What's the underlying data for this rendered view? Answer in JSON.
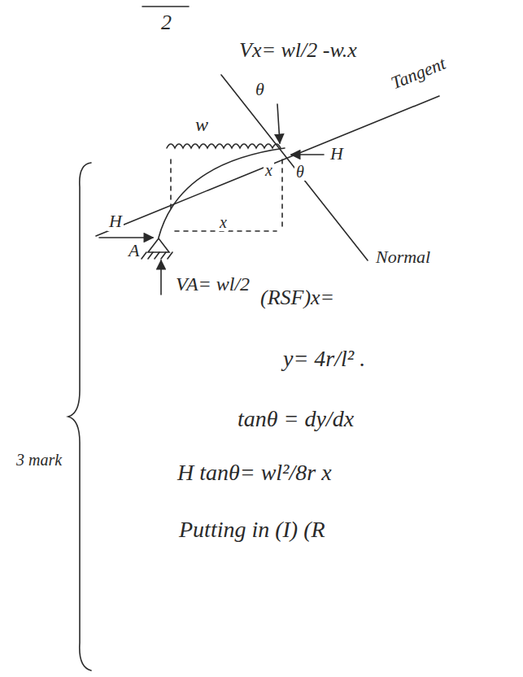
{
  "diagram": {
    "labels": [
      "2",
      "Vx= wl/2 -w.x",
      "θ",
      "Tangent",
      "w",
      "H",
      "x",
      "θ",
      "H",
      "A",
      "x",
      "Normal",
      "VA= wl/2",
      "(RSF)x=",
      "y= 4r/l² .",
      "tanθ = dy/dx",
      "H tanθ= wl²/8r x",
      "Putting in (I) (R",
      "3 mark"
    ]
  }
}
